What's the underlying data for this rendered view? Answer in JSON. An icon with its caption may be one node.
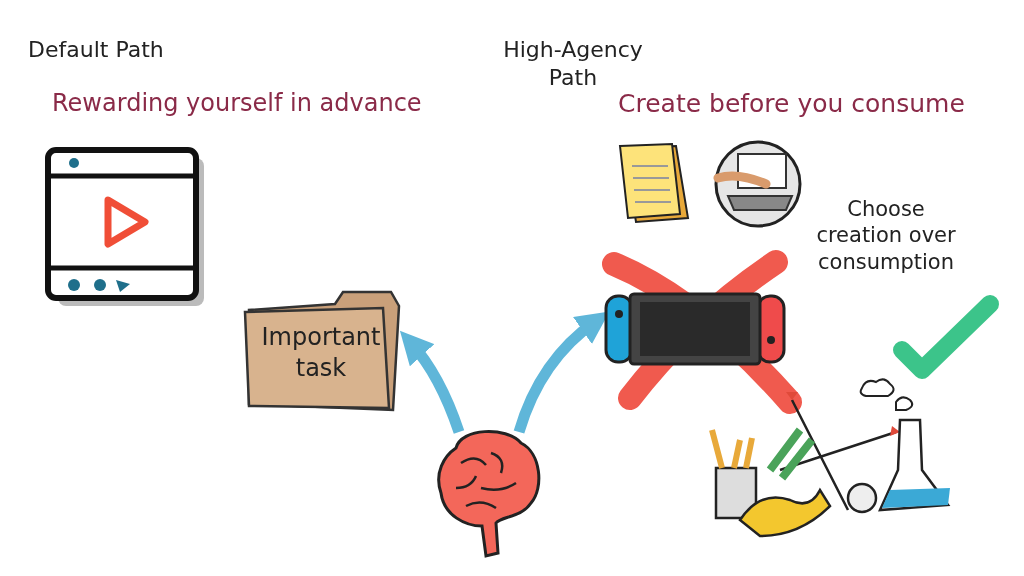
{
  "diagram": {
    "nodes": [
      {
        "text": [
          "Important task"
        ]
      },
      {
        "text": [],
        "shape": "picture"
      },
      {
        "text": [],
        "shape": "picture"
      }
    ],
    "edges": [
      {
        "from": 1,
        "to": 0,
        "arrow": "to"
      },
      {
        "from": 1,
        "to": 2,
        "arrow": "to"
      }
    ],
    "labels": [
      "Default Path",
      "Rewarding yourself in advance",
      "High-Agency Path",
      "Create before you consume",
      "Choose creation over consumption"
    ]
  }
}
